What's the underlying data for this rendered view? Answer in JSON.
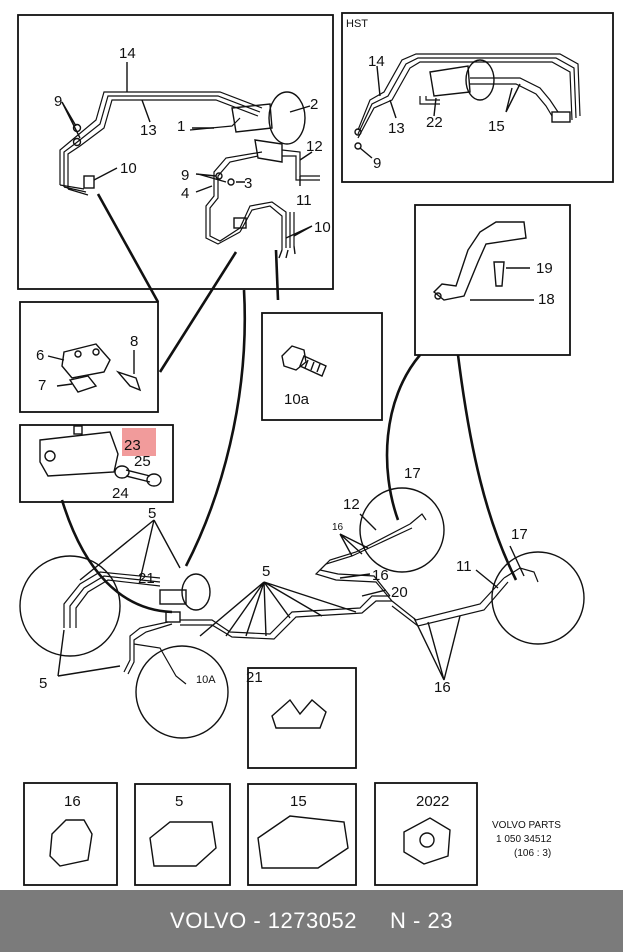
{
  "diagram": {
    "hst_label": "HST",
    "labels": {
      "main_14": "14",
      "main_9a": "9",
      "main_13": "13",
      "main_2": "2",
      "main_1": "1",
      "main_10a": "10",
      "main_12": "12",
      "main_9b": "9",
      "main_3": "3",
      "main_4": "4",
      "main_11": "11",
      "main_10b": "10",
      "hst_14": "14",
      "hst_13": "13",
      "hst_22": "22",
      "hst_15": "15",
      "hst_9": "9",
      "d1_6": "6",
      "d1_8": "8",
      "d1_7": "7",
      "d2_10a": "10a",
      "d3_23": "23",
      "d3_25": "25",
      "d3_24": "24",
      "d4_19": "19",
      "d4_18": "18",
      "ov_5a": "5",
      "ov_21": "21",
      "ov_5b": "5",
      "ov_10A": "10A",
      "ov_5c": "5",
      "ov_16a": "16",
      "ov_12": "12",
      "ov_17a": "17",
      "ov_16b": "16",
      "ov_20": "20",
      "ov_11": "11",
      "ov_17b": "17",
      "ov_16c": "16",
      "b21": "21",
      "b16": "16",
      "b5": "5",
      "b15": "15",
      "b2022": "2022"
    },
    "parts_note": [
      "VOLVO  PARTS",
      "1 050  34512",
      "(106 : 3)"
    ]
  },
  "footer": {
    "brand": "VOLVO",
    "part_number": "1273052",
    "position": "N - 23"
  },
  "colors": {
    "highlight": "#ef8a8a",
    "footer_bg": "#7b7b7b"
  }
}
